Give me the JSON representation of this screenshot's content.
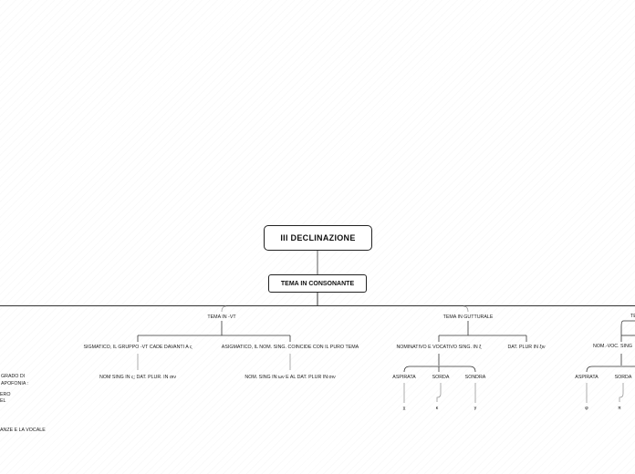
{
  "root": {
    "label": "III DECLINAZIONE"
  },
  "child": {
    "label": "TEMA IN CONSONANTE"
  },
  "branches": [
    {
      "label": "TEMA IN -VT",
      "children": [
        {
          "label": "SIGMATICO, IL GRUPPO -VT CADE DAVANTI A ς",
          "detail": "NOM SING IN ς; DAT. PLUR. IN σιν"
        },
        {
          "label": "ASIGMATICO, IL NOM. SING. COINCIDE CON IL PURO TEMA",
          "detail": "NOM. SING IN:ων E AL DAT. PLUR IN:σιν"
        }
      ]
    },
    {
      "label": "TEMA IN GUTTURALE",
      "children": [
        {
          "label": "NOMINATIVO E VOCATIVO SING. IN ξ",
          "subs": [
            {
              "label": "ASPIRATA",
              "letter": "χ"
            },
            {
              "label": "SORDA",
              "letter": "κ"
            },
            {
              "label": "SONDRA",
              "letter": "γ"
            }
          ]
        },
        {
          "label": "DAT. PLUR IN ξιν"
        }
      ]
    },
    {
      "label": "TE",
      "children": [
        {
          "label": "NOM.-VOC. SING",
          "subs": [
            {
              "label": "ASPIRATA",
              "letter": "φ"
            },
            {
              "label": "SORDA",
              "letter": "π"
            }
          ]
        }
      ]
    }
  ],
  "left_fragments": {
    "line1": "GRADO DI",
    "line2": "APOFONIA :",
    "line3": "ERO",
    "line4": "EL",
    "line5": "ANZE E LA VOCALE"
  }
}
